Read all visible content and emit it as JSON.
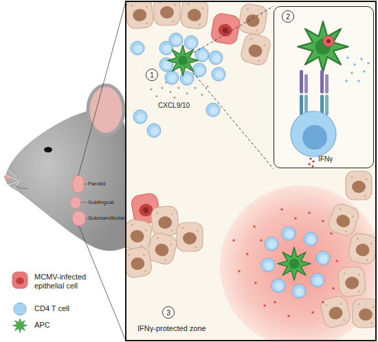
{
  "diagram": {
    "nodes": [
      {
        "text": [
          "IFNγ"
        ]
      }
    ],
    "labels": [
      "Parotid",
      "Sublingual",
      "Submandibular",
      "1",
      "CXCL9/10",
      "2",
      "3",
      "IFNγ-protected zone"
    ],
    "legend": [
      {
        "text": "MCMV-infected epithelial cell",
        "color": "#e8797a"
      },
      {
        "text": "CD4 T cell",
        "color": "#a8d4f3"
      },
      {
        "text": "APC",
        "color": "#4caf50"
      }
    ]
  }
}
